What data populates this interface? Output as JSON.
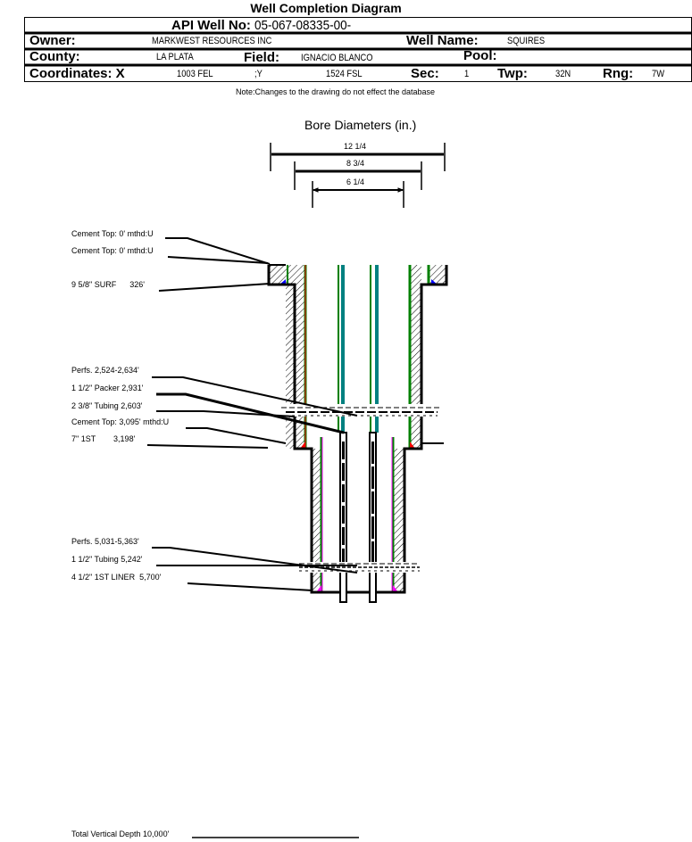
{
  "header": {
    "title": "Well Completion Diagram",
    "api_label": "API Well No:",
    "api_value": "05-067-08335-00-",
    "owner_label": "Owner:",
    "owner_value": "MARKWEST RESOURCES INC",
    "well_name_label": "Well Name:",
    "well_name_value": "SQUIRES",
    "county_label": "County:",
    "county_value": "LA PLATA",
    "field_label": "Field:",
    "field_value": "IGNACIO BLANCO",
    "pool_label": "Pool:",
    "pool_value": "",
    "coord_label": "Coordinates: X",
    "coord_x_value": "1003 FEL",
    "coord_y_label": ";Y",
    "coord_y_value": "1524 FSL",
    "sec_label": "Sec:",
    "sec_value": "1",
    "twp_label": "Twp:",
    "twp_value": "32N",
    "rng_label": "Rng:",
    "rng_value": "7W"
  },
  "note": "Note:Changes to the drawing do not effect the database",
  "bore": {
    "title": "Bore Diameters (in.)",
    "diameters": [
      "12 1/4",
      "8 3/4",
      "6 1/4"
    ]
  },
  "labels": [
    "Cement Top: 0' mthd:U",
    "Cement Top: 0' mthd:U",
    "9 5/8\" SURF      326'",
    "Perfs. 2,524-2,634'",
    "1 1/2\" Packer 2,931'",
    "2 3/8\" Tubing 2,603'",
    "Cement Top: 3,095' mthd:U",
    "7\" 1ST        3,198'",
    "Perfs. 5,031-5,363'",
    "1 1/2\" Tubing 5,242'",
    "4 1/2\" 1ST LINER  5,700'",
    "Total Vertical Depth 10,000'"
  ],
  "colors": {
    "cement": "#008000",
    "tubing": "#008080",
    "casing_red": "#ff0000",
    "liner_magenta": "#ff00ff",
    "shoe_blue": "#0000ff"
  }
}
